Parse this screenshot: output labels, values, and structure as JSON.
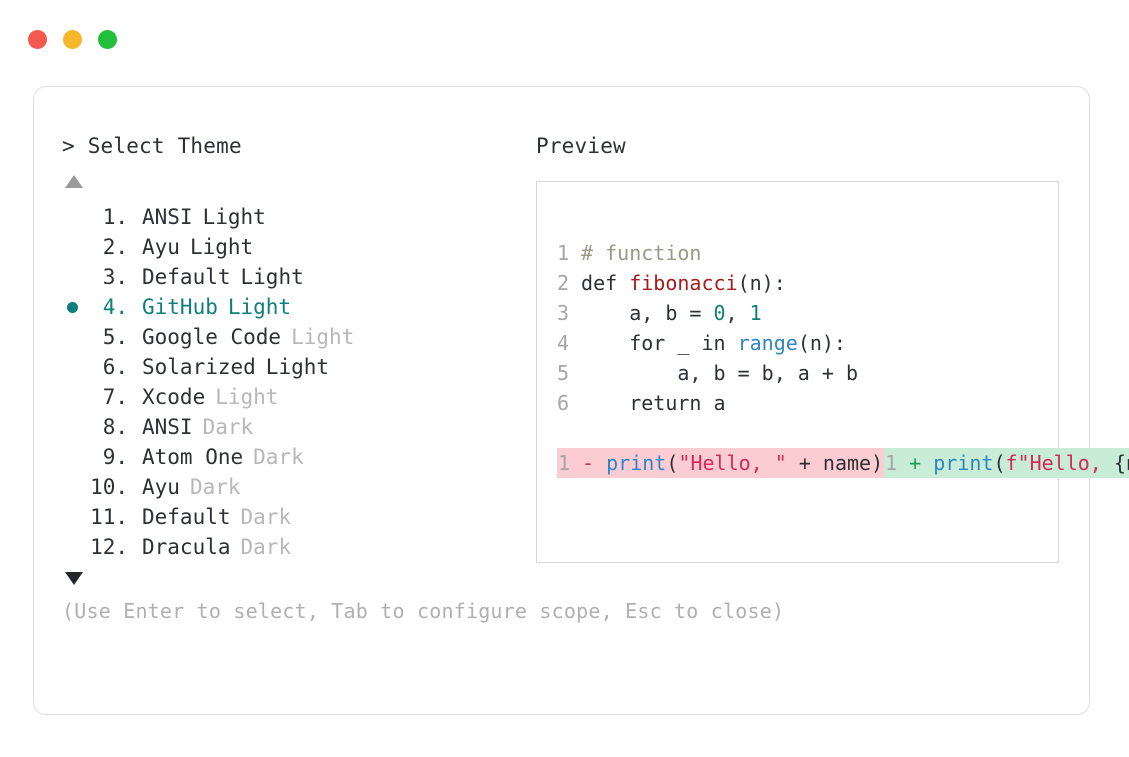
{
  "window": {
    "controls": [
      {
        "name": "close",
        "color": "#f4584f"
      },
      {
        "name": "minimize",
        "color": "#f4b72a"
      },
      {
        "name": "zoom",
        "color": "#22c03a"
      }
    ]
  },
  "left_panel": {
    "prompt": ">",
    "title": "Select Theme",
    "scroll_up": "▲",
    "scroll_down": "▼",
    "selected_index": 4,
    "items": [
      {
        "num": "1.",
        "name": "ANSI",
        "variant": "Light",
        "variant_dim": false,
        "selected": false
      },
      {
        "num": "2.",
        "name": "Ayu",
        "variant": "Light",
        "variant_dim": false,
        "selected": false
      },
      {
        "num": "3.",
        "name": "Default",
        "variant": "Light",
        "variant_dim": false,
        "selected": false
      },
      {
        "num": "4.",
        "name": "GitHub",
        "variant": "Light",
        "variant_dim": false,
        "selected": true
      },
      {
        "num": "5.",
        "name": "Google Code",
        "variant": "Light",
        "variant_dim": true,
        "selected": false
      },
      {
        "num": "6.",
        "name": "Solarized",
        "variant": "Light",
        "variant_dim": false,
        "selected": false
      },
      {
        "num": "7.",
        "name": "Xcode",
        "variant": "Light",
        "variant_dim": true,
        "selected": false
      },
      {
        "num": "8.",
        "name": "ANSI",
        "variant": "Dark",
        "variant_dim": true,
        "selected": false
      },
      {
        "num": "9.",
        "name": "Atom One",
        "variant": "Dark",
        "variant_dim": true,
        "selected": false
      },
      {
        "num": "10.",
        "name": "Ayu",
        "variant": "Dark",
        "variant_dim": true,
        "selected": false
      },
      {
        "num": "11.",
        "name": "Default",
        "variant": "Dark",
        "variant_dim": true,
        "selected": false
      },
      {
        "num": "12.",
        "name": "Dracula",
        "variant": "Dark",
        "variant_dim": true,
        "selected": false
      }
    ]
  },
  "right_panel": {
    "title": "Preview",
    "code_lines": [
      {
        "n": "1",
        "tokens": [
          {
            "t": "# function",
            "c": "comment"
          }
        ]
      },
      {
        "n": "2",
        "tokens": [
          {
            "t": "def ",
            "c": "kw"
          },
          {
            "t": "fibonacci",
            "c": "fn"
          },
          {
            "t": "(n):",
            "c": "plain"
          }
        ]
      },
      {
        "n": "3",
        "tokens": [
          {
            "t": "    a, b = ",
            "c": "plain"
          },
          {
            "t": "0",
            "c": "num"
          },
          {
            "t": ", ",
            "c": "plain"
          },
          {
            "t": "1",
            "c": "num"
          }
        ]
      },
      {
        "n": "4",
        "tokens": [
          {
            "t": "    for _ in ",
            "c": "plain"
          },
          {
            "t": "range",
            "c": "builtin"
          },
          {
            "t": "(n):",
            "c": "plain"
          }
        ]
      },
      {
        "n": "5",
        "tokens": [
          {
            "t": "        a, b = b, a + b",
            "c": "plain"
          }
        ]
      },
      {
        "n": "6",
        "tokens": [
          {
            "t": "    return a",
            "c": "plain"
          }
        ]
      }
    ],
    "diff_lines": [
      {
        "n": "1",
        "kind": "del",
        "marker": "-",
        "tokens": [
          {
            "t": "print",
            "c": "builtin"
          },
          {
            "t": "(",
            "c": "plain"
          },
          {
            "t": "\"Hello, \"",
            "c": "str"
          },
          {
            "t": " + name)",
            "c": "plain"
          }
        ]
      },
      {
        "n": "1",
        "kind": "add",
        "marker": "+",
        "tokens": [
          {
            "t": "print",
            "c": "builtin"
          },
          {
            "t": "(",
            "c": "plain"
          },
          {
            "t": "f\"Hello, ",
            "c": "str"
          },
          {
            "t": "{name}",
            "c": "plain"
          },
          {
            "t": "!\"",
            "c": "str"
          },
          {
            "t": ")",
            "c": "plain"
          }
        ]
      }
    ]
  },
  "footer": {
    "hint": "(Use Enter to select, Tab to configure scope, Esc to close)"
  },
  "colors": {
    "accent": "#0f7f7c",
    "text": "#2d3135",
    "muted": "#b8b8b8",
    "diff_del_bg": "#fbcdd2",
    "diff_add_bg": "#c8ecd6",
    "border": "#dedede"
  }
}
